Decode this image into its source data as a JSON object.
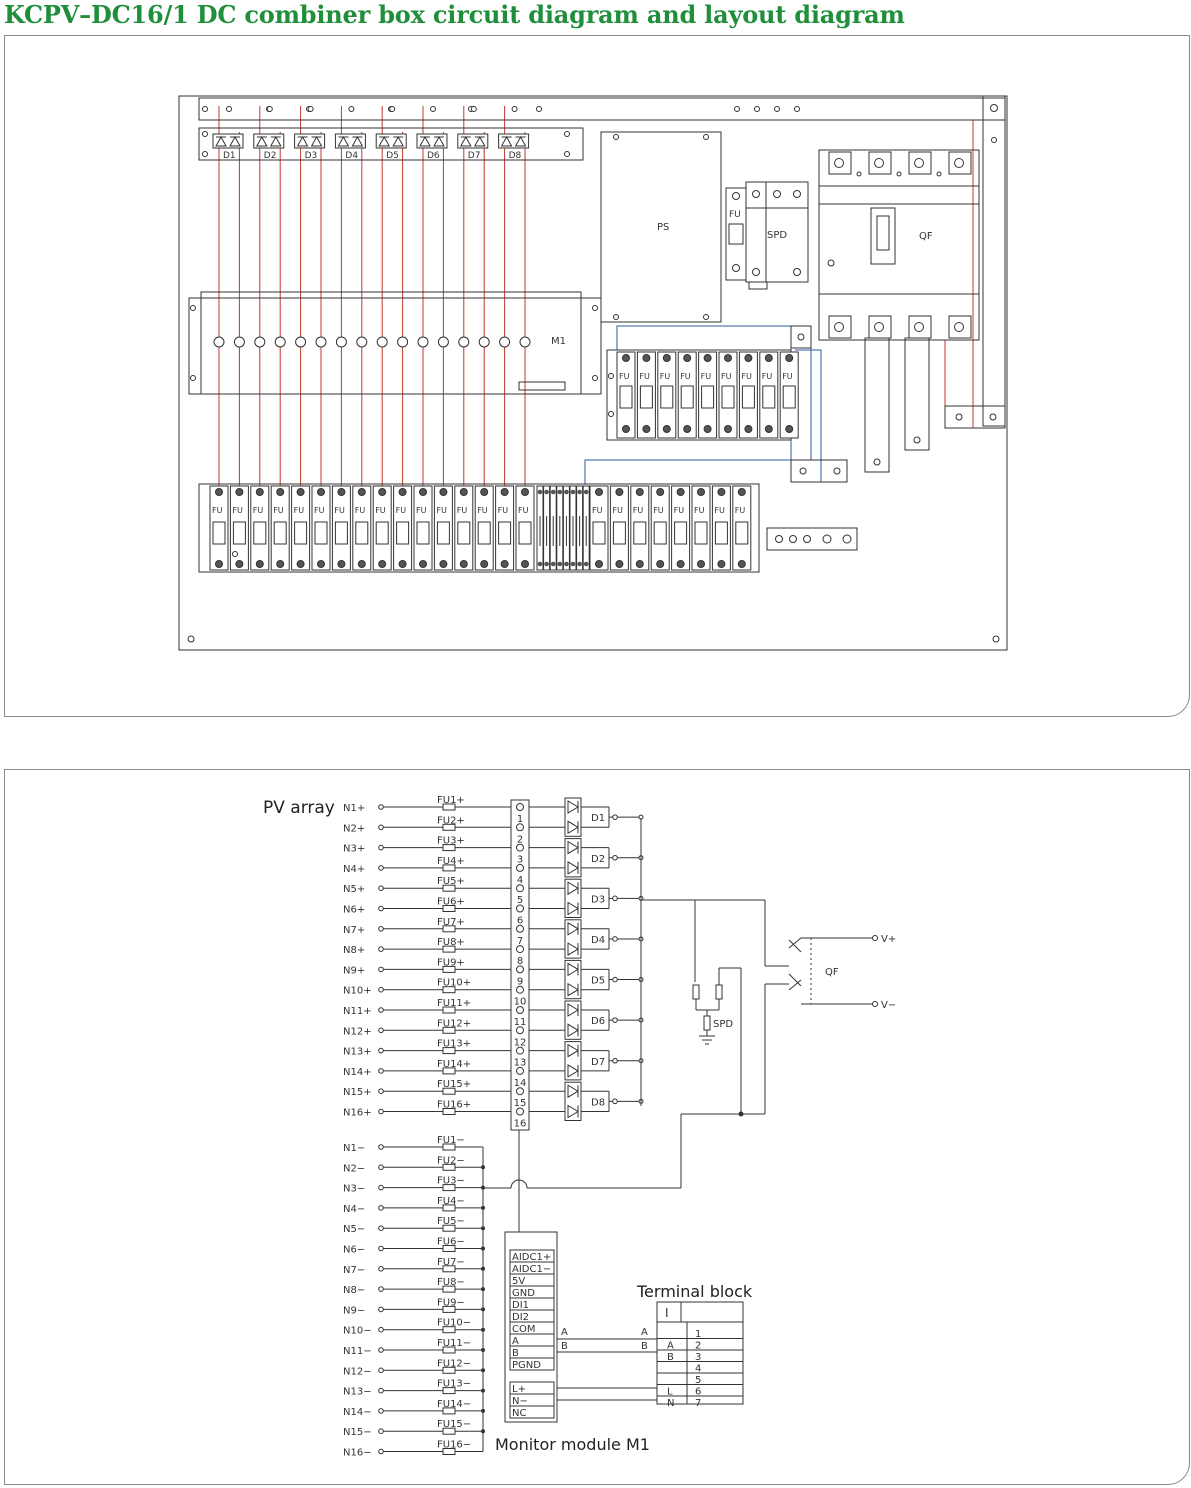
{
  "title": "KCPV–DC16/1 DC combiner box circuit diagram and layout diagram",
  "colors": {
    "title": "#1f8f3a",
    "red_wire": "#c0392b",
    "blue_wire": "#2c5aa0",
    "ink": "#333333",
    "border": "#8a8a8a"
  },
  "layout": {
    "diodes": [
      "D1",
      "D2",
      "D3",
      "D4",
      "D5",
      "D6",
      "D7",
      "D8"
    ],
    "ps_label": "PS",
    "spd_label": "SPD",
    "fu_label": "FU",
    "qf_label": "QF",
    "m1_label": "M1"
  },
  "schematic": {
    "pv_array_label": "PV array",
    "positive_inputs": [
      "N1+",
      "N2+",
      "N3+",
      "N4+",
      "N5+",
      "N6+",
      "N7+",
      "N8+",
      "N9+",
      "N10+",
      "N11+",
      "N12+",
      "N13+",
      "N14+",
      "N15+",
      "N16+"
    ],
    "positive_fuses": [
      "FU1+",
      "FU2+",
      "FU3+",
      "FU4+",
      "FU5+",
      "FU6+",
      "FU7+",
      "FU8+",
      "FU9+",
      "FU10+",
      "FU11+",
      "FU12+",
      "FU13+",
      "FU14+",
      "FU15+",
      "FU16+"
    ],
    "terminal_numbers": [
      "1",
      "2",
      "3",
      "4",
      "5",
      "6",
      "7",
      "8",
      "9",
      "10",
      "11",
      "12",
      "13",
      "14",
      "15",
      "16"
    ],
    "negative_inputs": [
      "N1−",
      "N2−",
      "N3−",
      "N4−",
      "N5−",
      "N6−",
      "N7−",
      "N8−",
      "N9−",
      "N10−",
      "N11−",
      "N12−",
      "N13−",
      "N14−",
      "N15−",
      "N16−"
    ],
    "negative_fuses": [
      "FU1−",
      "FU2−",
      "FU3−",
      "FU4−",
      "FU5−",
      "FU6−",
      "FU7−",
      "FU8−",
      "FU9−",
      "FU10−",
      "FU11−",
      "FU12−",
      "FU13−",
      "FU14−",
      "FU15−",
      "FU16−"
    ],
    "diodes": [
      "D1",
      "D2",
      "D3",
      "D4",
      "D5",
      "D6",
      "D7",
      "D8"
    ],
    "spd_label": "SPD",
    "qf_label": "QF",
    "v_plus": "V+",
    "v_minus": "V−",
    "monitor_pins": [
      "AIDC1+",
      "AIDC1−",
      "5V",
      "GND",
      "DI1",
      "DI2",
      "COM",
      "A",
      "B",
      "PGND"
    ],
    "monitor_power_pins": [
      "L+",
      "N−",
      "NC"
    ],
    "monitor_label": "Monitor module M1",
    "terminal_block_label": "Terminal block",
    "terminal_block_header": "I",
    "tb_numbers": [
      "1",
      "2",
      "3",
      "4",
      "5",
      "6",
      "7"
    ],
    "tb_left": [
      "",
      "A",
      "B",
      "",
      "",
      "L",
      "N"
    ],
    "comm_a": "A",
    "comm_b": "B"
  }
}
